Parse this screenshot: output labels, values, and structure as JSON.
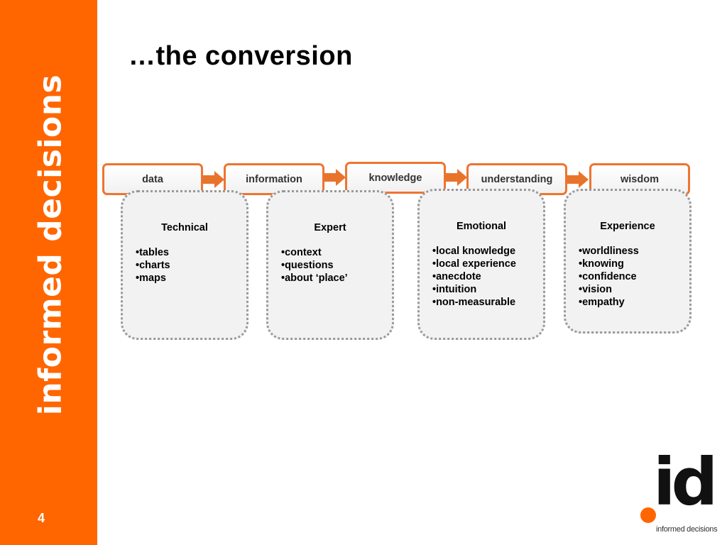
{
  "brand": {
    "sidebar_text": "informed decisions",
    "accent": "#ff6600"
  },
  "page_number": "4",
  "title": "…the conversion",
  "stages": [
    {
      "label": "data"
    },
    {
      "label": "information"
    },
    {
      "label": "knowledge"
    },
    {
      "label": "understanding"
    },
    {
      "label": "wisdom"
    }
  ],
  "details": [
    {
      "title": "Technical",
      "items": [
        "tables",
        "charts",
        "maps"
      ]
    },
    {
      "title": "Expert",
      "items": [
        "context",
        "questions",
        "about ‘place’"
      ]
    },
    {
      "title": "Emotional",
      "items": [
        "local knowledge",
        "local experience",
        "anecdote",
        "intuition",
        "non-measurable"
      ]
    },
    {
      "title": "Experience",
      "items": [
        "worldliness",
        "knowing",
        "confidence",
        "vision",
        "empathy"
      ]
    }
  ],
  "logo": {
    "letters": "id",
    "caption": "informed decisions"
  },
  "colors": {
    "stage_border": "#ef7430",
    "arrow": "#e8742c",
    "detail_border": "#999999",
    "detail_fill": "#f2f2f2"
  }
}
